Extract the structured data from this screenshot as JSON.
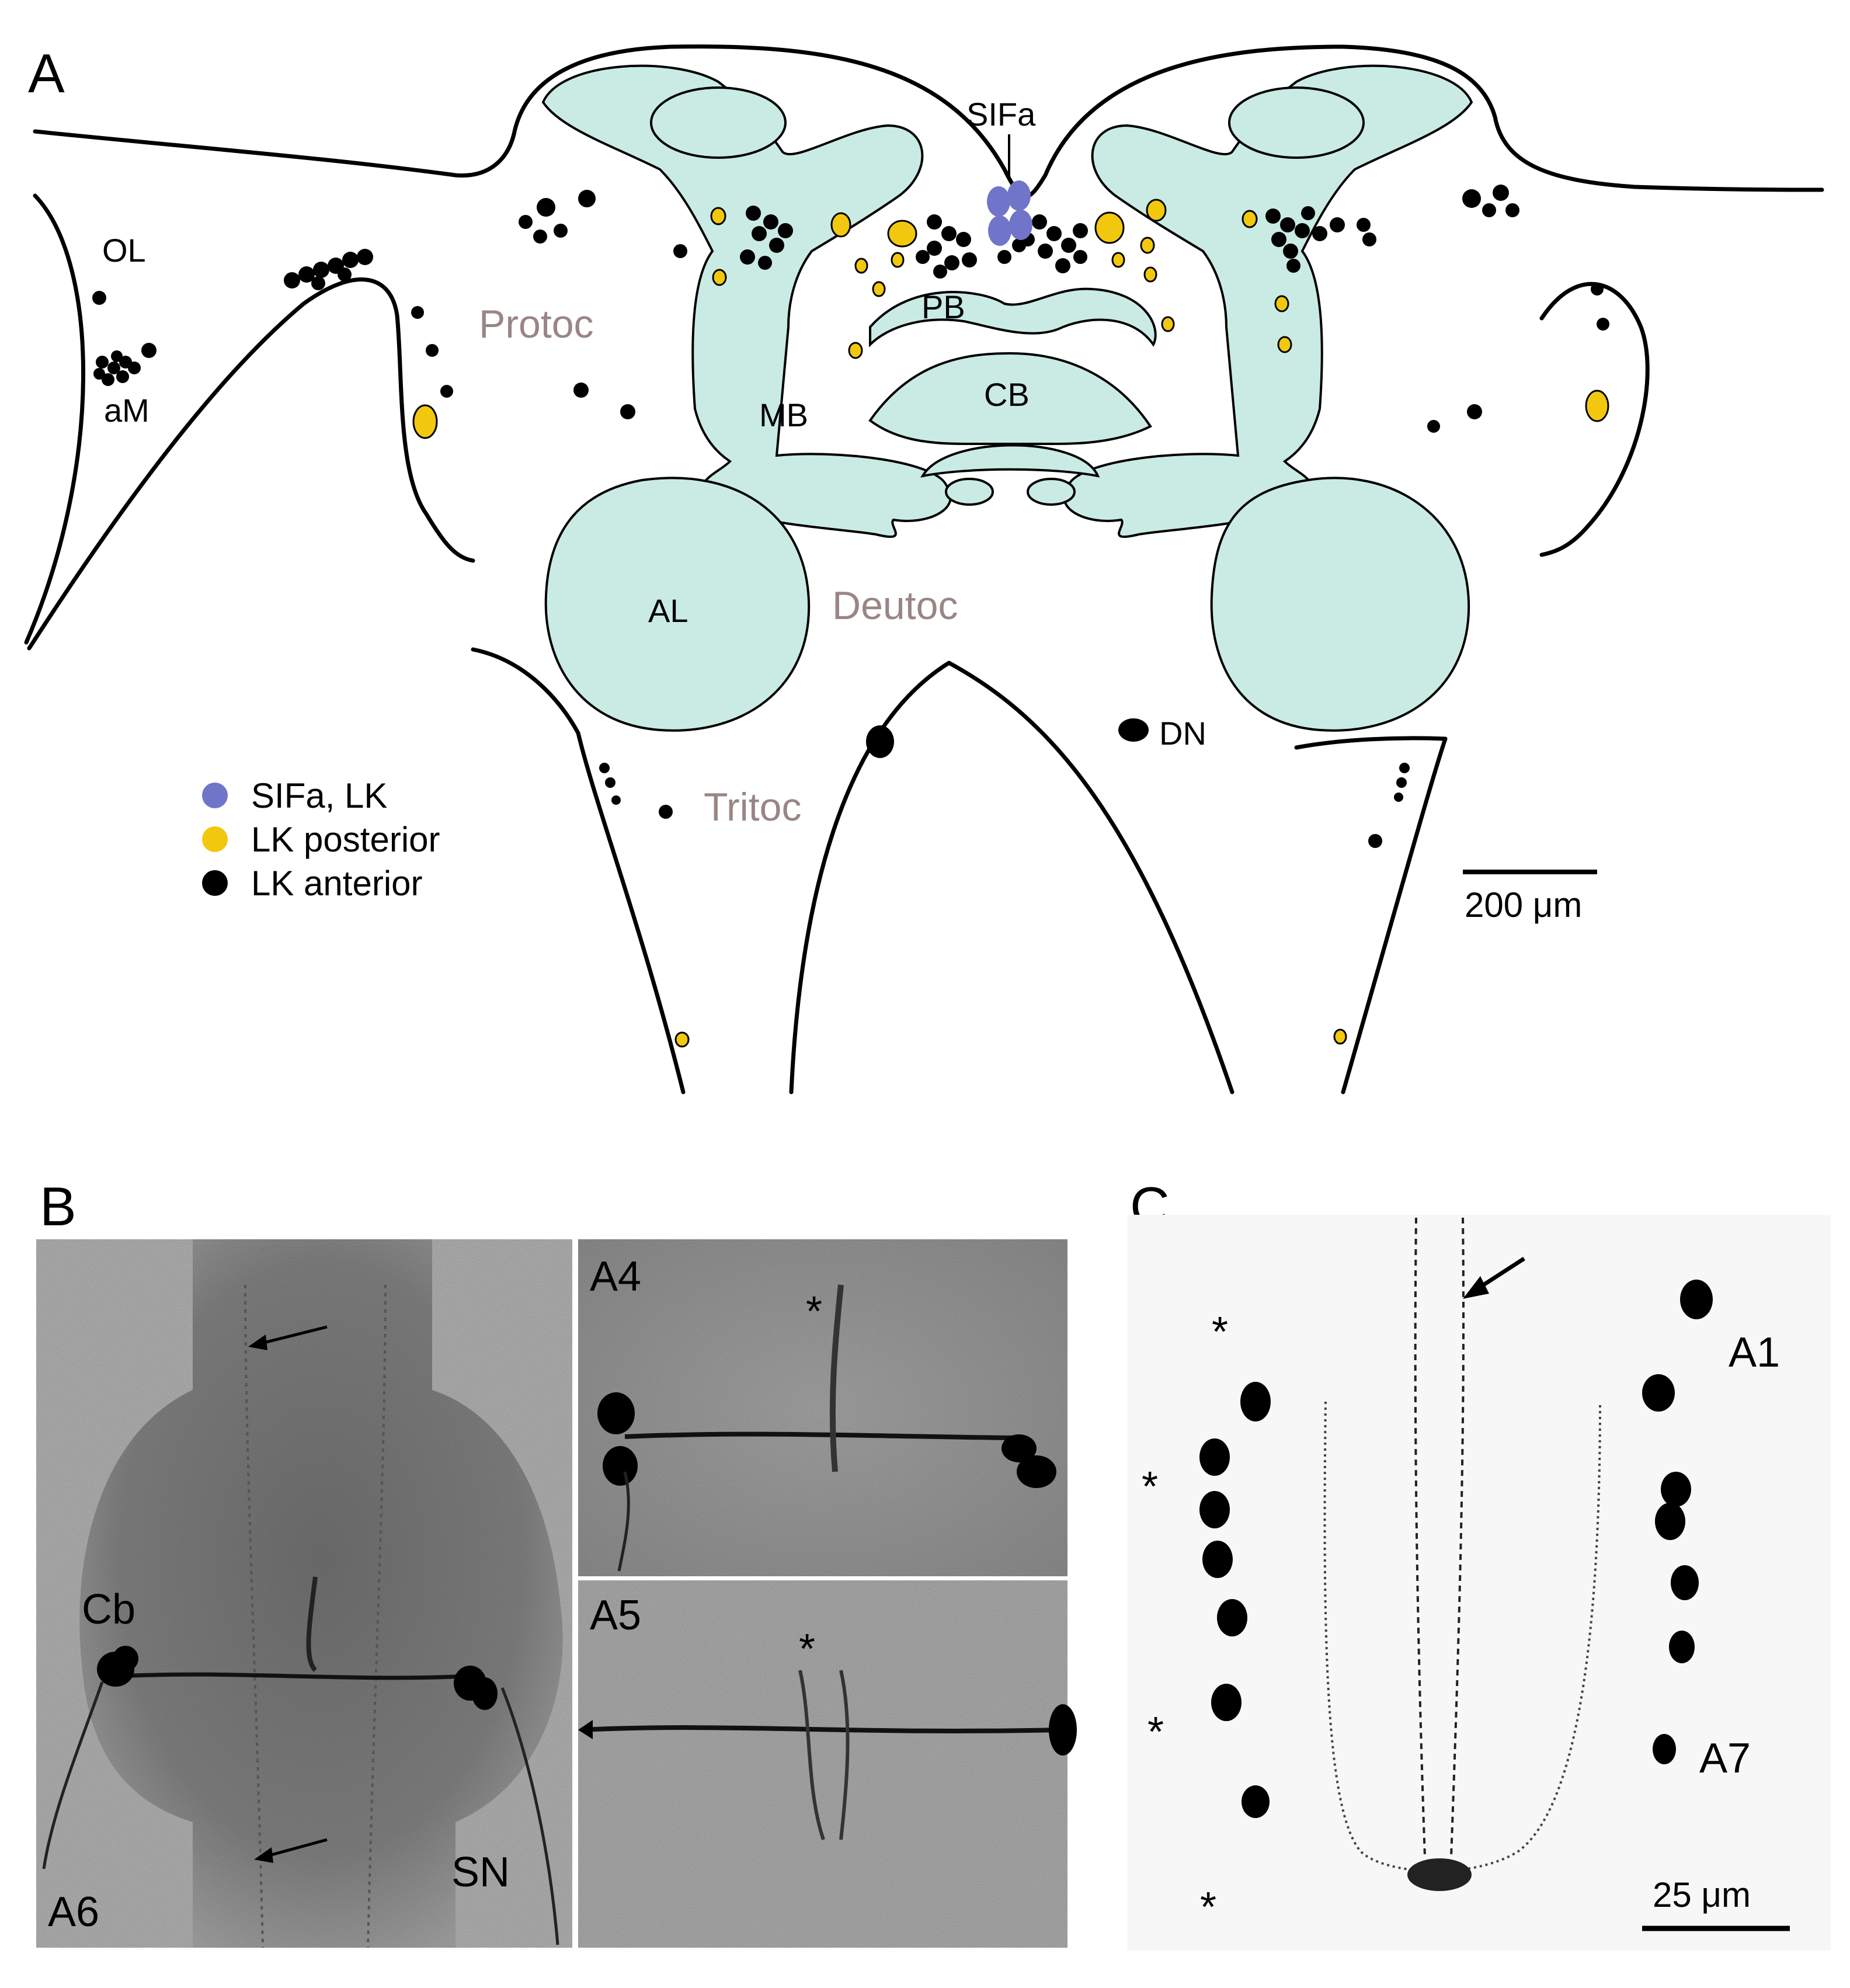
{
  "colors": {
    "neuropil": "#c9ebe3",
    "sifa_lk": "#7075c9",
    "lk_posterior": "#f2c80f",
    "lk_anterior": "#000000",
    "region_label": "#9a8585"
  },
  "panel_a": {
    "letter": "A",
    "region_labels": {
      "protoc": "Protoc",
      "deutoc": "Deutoc",
      "tritoc": "Tritoc"
    },
    "structure_labels": {
      "ol": "OL",
      "am": "aM",
      "mb": "MB",
      "pb": "PB",
      "cb": "CB",
      "al": "AL",
      "sifa": "SIFa",
      "dn": "DN"
    },
    "legend": [
      {
        "label": "SIFa, LK",
        "color": "#7075c9"
      },
      {
        "label": "LK posterior",
        "color": "#f2c80f"
      },
      {
        "label": "LK anterior",
        "color": "#000000"
      }
    ],
    "scale_bar": "200 μm"
  },
  "panel_b": {
    "letter": "B",
    "labels": {
      "cb": "Cb",
      "a6": "A6",
      "sn": "SN",
      "a4": "A4",
      "a5": "A5",
      "asterisk": "*"
    }
  },
  "panel_c": {
    "letter": "C",
    "labels": {
      "a1": "A1",
      "a7": "A7",
      "asterisk": "*"
    },
    "scale_bar": "25 μm"
  }
}
